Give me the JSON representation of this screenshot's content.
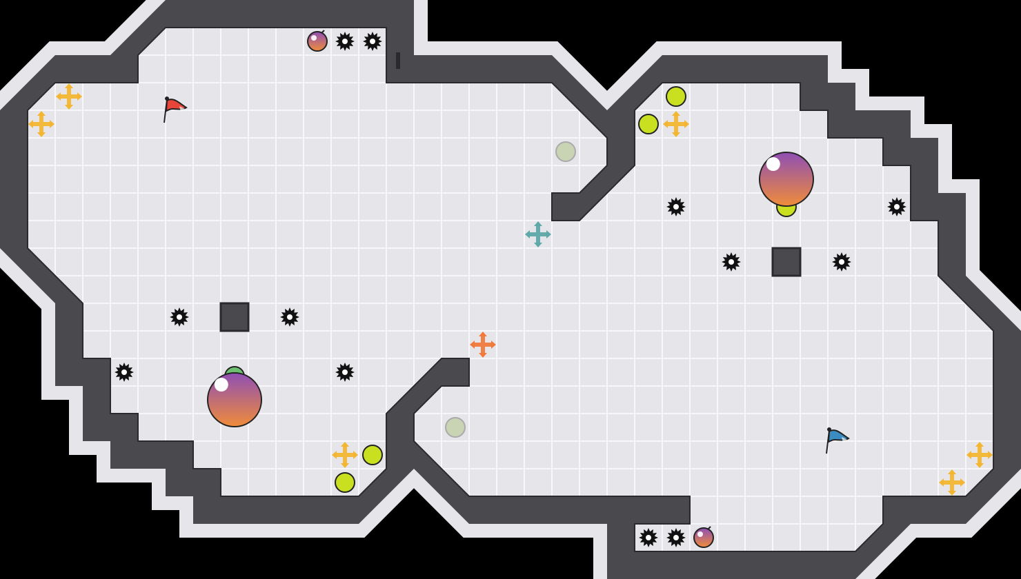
{
  "game": {
    "grid": {
      "cols": 37,
      "rows": 21
    },
    "colors": {
      "background": "#000000",
      "floor": "#e6e6ea",
      "grid_line": "#f7f7f9",
      "wall": "#4a4a4e",
      "wall_edge": "#2a2a2d",
      "spike": "#111111",
      "pellet": "#c8e020",
      "pellet_used": "#c9d4b4",
      "heal": "#f2b632",
      "heal_cyan": "#5fa8a8",
      "heal_orange": "#f07a3c",
      "bubble_top": "#8f4fb4",
      "bubble_bottom": "#f08c3a",
      "flag_red": "#e8453a",
      "flag_blue": "#3a8cc0",
      "capsule": "#6cc070"
    },
    "players": [
      {
        "name": "red-team-flag",
        "color": "red",
        "cell": [
          6,
          4
        ]
      },
      {
        "name": "blue-team-flag",
        "color": "blue",
        "cell": [
          30,
          16
        ]
      }
    ],
    "bubbles": [
      {
        "name": "player-bubble-left",
        "cell": [
          8.5,
          14.5
        ],
        "radius_cells": 1,
        "capsule": "green"
      },
      {
        "name": "player-bubble-right",
        "cell": [
          28.5,
          6.5
        ],
        "radius_cells": 1,
        "capsule": "yellow"
      }
    ],
    "small_bubbles": [
      {
        "name": "bomb-top",
        "cell": [
          11.5,
          1.5
        ]
      },
      {
        "name": "bomb-bottom",
        "cell": [
          25.5,
          19.5
        ]
      }
    ],
    "spikes": [
      [
        12.5,
        1.5
      ],
      [
        13.5,
        1.5
      ],
      [
        6.5,
        11.5
      ],
      [
        10.5,
        11.5
      ],
      [
        4.5,
        13.5
      ],
      [
        12.5,
        13.5
      ],
      [
        24.5,
        7.5
      ],
      [
        32.5,
        7.5
      ],
      [
        26.5,
        9.5
      ],
      [
        30.5,
        9.5
      ],
      [
        23.5,
        19.5
      ],
      [
        24.5,
        19.5
      ]
    ],
    "pellets": [
      [
        24.5,
        3.5
      ],
      [
        23.5,
        4.5
      ],
      [
        13.5,
        16.5
      ],
      [
        12.5,
        17.5
      ]
    ],
    "pellets_used": [
      [
        20.5,
        5.5
      ],
      [
        16.5,
        15.5
      ]
    ],
    "heal_pads": [
      {
        "cell": [
          2.5,
          3.5
        ],
        "color": "gold"
      },
      {
        "cell": [
          1.5,
          4.5
        ],
        "color": "gold"
      },
      {
        "cell": [
          24.5,
          4.5
        ],
        "color": "gold"
      },
      {
        "cell": [
          12.5,
          16.5
        ],
        "color": "gold"
      },
      {
        "cell": [
          35.5,
          16.5
        ],
        "color": "gold"
      },
      {
        "cell": [
          34.5,
          17.5
        ],
        "color": "gold"
      },
      {
        "cell": [
          19.5,
          8.5
        ],
        "color": "cyan"
      },
      {
        "cell": [
          17.5,
          12.5
        ],
        "color": "orange"
      }
    ],
    "blocks": [
      [
        8,
        11
      ],
      [
        28,
        9
      ]
    ]
  }
}
